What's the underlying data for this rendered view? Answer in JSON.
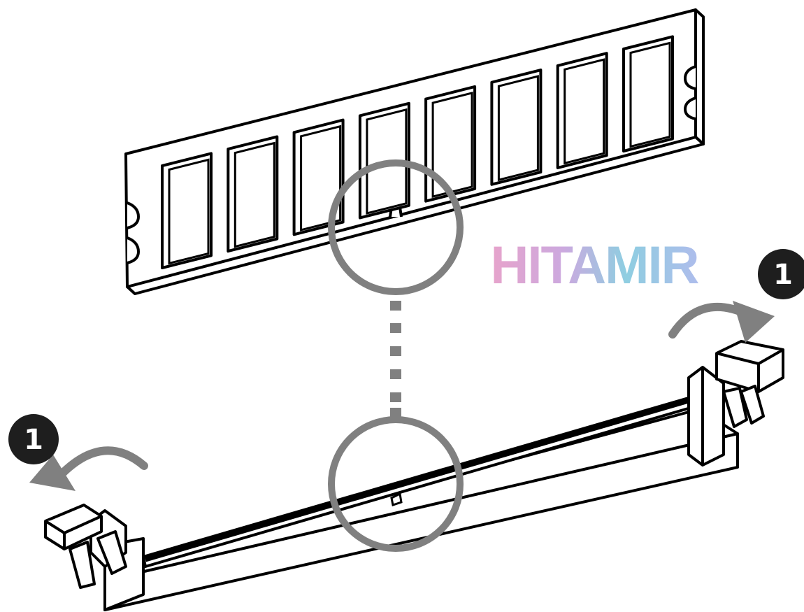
{
  "diagram": {
    "step_markers": [
      {
        "number": "1"
      },
      {
        "number": "1"
      }
    ],
    "watermark": {
      "text": "HITAMIR",
      "gradient_colors": [
        "#e8a0c8",
        "#b8a0e0",
        "#80c8e0",
        "#a0b8e8"
      ]
    }
  },
  "colors": {
    "outline": "#000000",
    "fill": "#ffffff",
    "indicator_gray": "#808080",
    "marker_fill": "#1e1e1e",
    "marker_text": "#ffffff"
  },
  "icons": {
    "rotate_arrow": "curved-arrow-icon",
    "step_marker": "numbered-circle-icon"
  }
}
